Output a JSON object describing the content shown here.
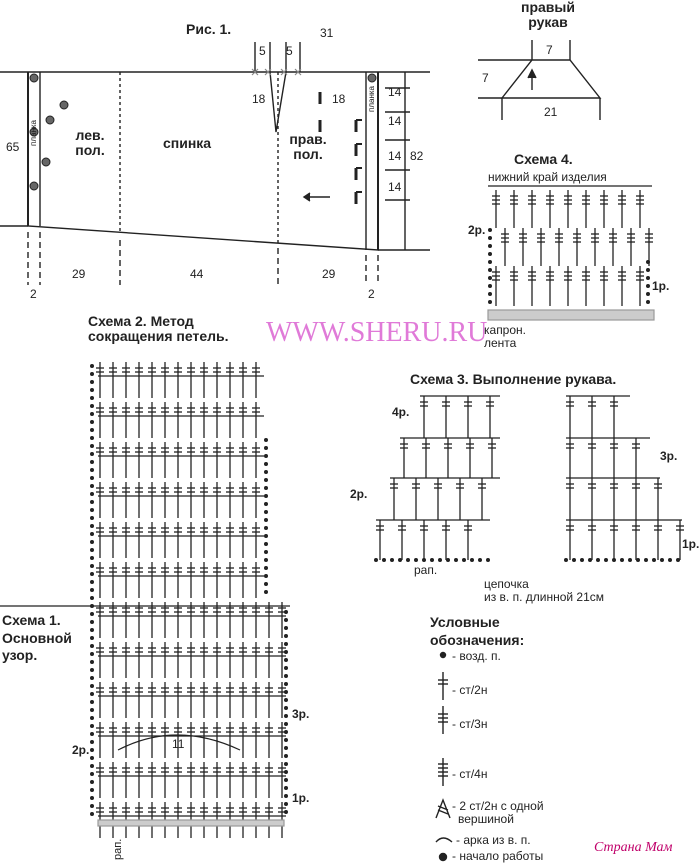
{
  "fig1": {
    "title": "Рис. 1.",
    "dims": {
      "top31": "31",
      "five": "5",
      "d18": "18",
      "d65": "65",
      "d82": "82",
      "d14": "14",
      "d29": "29",
      "d44": "44",
      "d2": "2"
    },
    "left_front": [
      "лев.",
      "пол."
    ],
    "back": "спинка",
    "right_front": [
      "прав.",
      "пол."
    ],
    "placket": "планка"
  },
  "sleeve": {
    "title": [
      "правый",
      "рукав"
    ],
    "dims": {
      "top": "7",
      "side": "7",
      "bottom": "21"
    }
  },
  "scheme4": {
    "title": "Схема 4.",
    "bottom_edge": "нижний край изделия",
    "row2": "2р.",
    "row1": "1р.",
    "tape": [
      "капрон.",
      "лента"
    ]
  },
  "watermark": "WWW.SHERU.RU",
  "scheme2": {
    "title": [
      "Схема 2. Метод",
      "сокращения петель."
    ]
  },
  "scheme3": {
    "title": "Схема 3. Выполнение рукава.",
    "rows": {
      "r4": "4р.",
      "r3": "3р.",
      "r2": "2р.",
      "r1": "1р."
    },
    "rapport": "рап.",
    "chain": [
      "цепочка",
      "из в. п. длинной 21см"
    ]
  },
  "scheme1": {
    "title": [
      "Схема 1.",
      "Основной",
      "узор."
    ],
    "rows": {
      "r3": "3р.",
      "r2": "2р.",
      "r1": "1р."
    },
    "arc_count": "11",
    "rapport": "рап."
  },
  "legend": {
    "title": [
      "Условные",
      "обозначения:"
    ],
    "items": [
      "- возд. п.",
      "- ст/2н",
      "- ст/3н",
      "- ст/4н",
      "- 2 ст/2н с одной",
      "вершиной",
      "- арка из в. п.",
      "- начало работы"
    ]
  },
  "logo": "Страна Мам"
}
